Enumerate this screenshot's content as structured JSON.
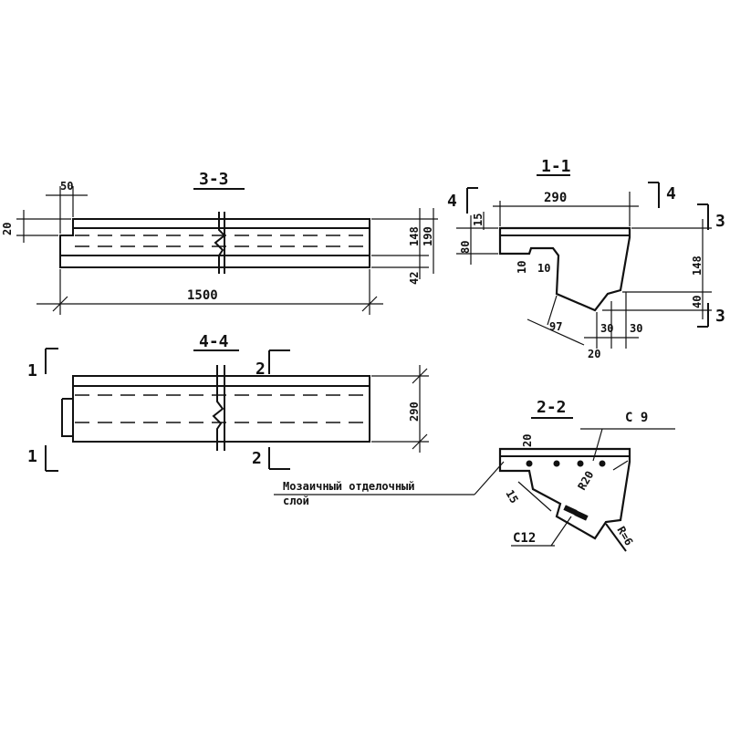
{
  "sections": {
    "s33": "3-3",
    "s44": "4-4",
    "s11": "1-1",
    "s22": "2-2"
  },
  "markers": {
    "m1": "1",
    "m2": "2",
    "m3": "3",
    "m4": "4"
  },
  "dims": {
    "d50": "50",
    "d20": "20",
    "d148": "148",
    "d190": "190",
    "d42": "42",
    "d1500": "1500",
    "d290": "290",
    "d15": "15",
    "d80": "80",
    "d10": "10",
    "d97": "97",
    "d30": "30",
    "d40": "40",
    "r20": "R20",
    "r6": "R=6"
  },
  "labels": {
    "c9": "С 9",
    "c12": "С12",
    "mosaic_line1": "Мозаичный отделочный",
    "mosaic_line2": "слой"
  }
}
